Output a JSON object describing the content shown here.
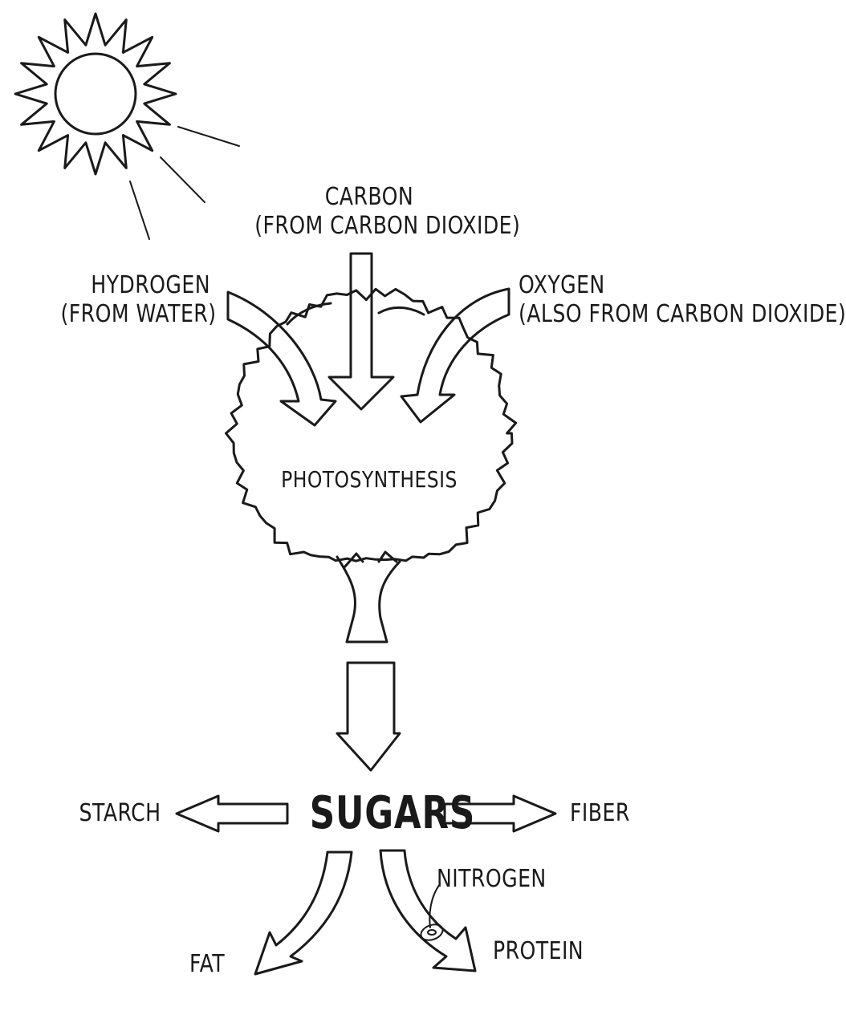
{
  "labels": {
    "carbon": {
      "line1": "CARBON",
      "line2": "(FROM CARBON DIOXIDE)"
    },
    "hydrogen": {
      "line1": "HYDROGEN",
      "line2": "(FROM WATER)"
    },
    "oxygen": {
      "line1": "OXYGEN",
      "line2": "(ALSO FROM CARBON DIOXIDE)"
    },
    "process": "PHOTOSYNTHESIS",
    "product": "SUGARS",
    "starch": "STARCH",
    "fiber": "FIBER",
    "fat": "FAT",
    "protein": "PROTEIN",
    "nitrogen": "NITROGEN"
  },
  "style": {
    "ink": "#1a1a1a",
    "background": "#ffffff"
  },
  "icons": [
    "sun-icon",
    "tree-icon"
  ]
}
